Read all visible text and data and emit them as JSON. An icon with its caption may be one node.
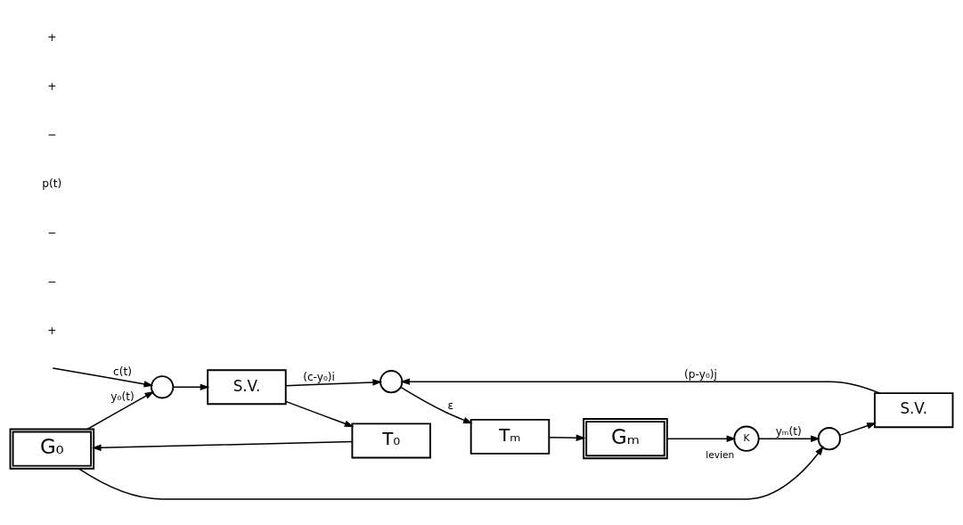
{
  "diagram": {
    "nodes": [
      {
        "text": [
          "G₀"
        ]
      },
      {
        "text": [],
        "shape": "circle"
      },
      {
        "text": [],
        "shape": "circle"
      },
      {
        "text": [
          "S.V."
        ]
      },
      {
        "text": [
          "S.V."
        ]
      },
      {
        "text": [
          "T₀"
        ]
      },
      {
        "text": [],
        "shape": "circle"
      },
      {
        "text": [
          "Tₘ"
        ]
      },
      {
        "text": [
          "Gₘ"
        ]
      },
      {
        "text": [
          "K"
        ],
        "beside": [
          "levien"
        ]
      }
    ],
    "edges": [
      {
        "from": 0,
        "to": 1,
        "arrow": "to",
        "label": "y₀(t)"
      },
      {
        "from": 0,
        "to": 2,
        "arrow": "to"
      },
      {
        "from": null,
        "to": 1,
        "arrow": "to",
        "label": "c(t)"
      },
      {
        "from": 1,
        "to": 3,
        "arrow": "to"
      },
      {
        "from": 2,
        "to": 4,
        "arrow": "to"
      },
      {
        "from": 3,
        "to": 5,
        "arrow": "to"
      },
      {
        "from": 3,
        "to": 6,
        "arrow": "to",
        "label": "(c-y₀)i"
      },
      {
        "from": 4,
        "to": 6,
        "arrow": "to",
        "label": "(p-y₀)j"
      },
      {
        "from": 6,
        "to": 7,
        "arrow": "to",
        "label": "ε"
      },
      {
        "from": 5,
        "to": 0,
        "arrow": "to"
      },
      {
        "from": 7,
        "to": 8,
        "arrow": "to"
      },
      {
        "from": 8,
        "to": 9,
        "arrow": "to"
      },
      {
        "from": 9,
        "to": 2,
        "arrow": "to",
        "label": "yₘ(t)"
      }
    ],
    "labels": [
      "+",
      "−",
      "−",
      "p(t)",
      "−",
      "+",
      "+"
    ]
  }
}
